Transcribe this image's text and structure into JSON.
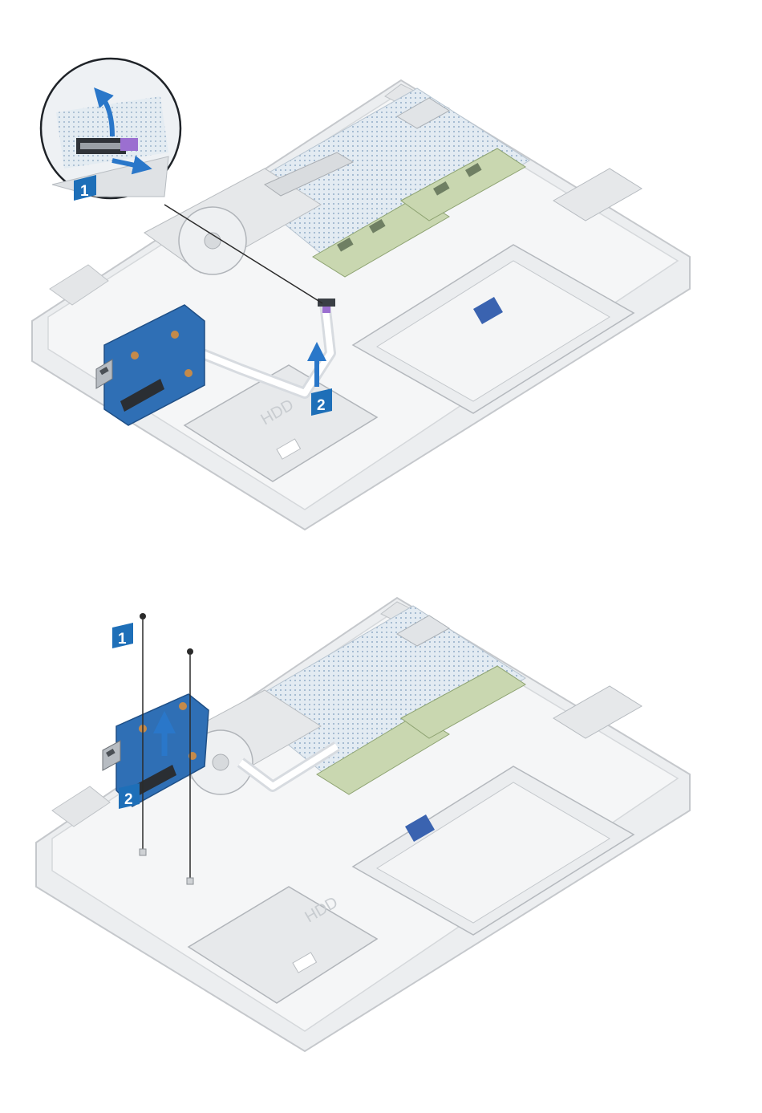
{
  "diagram": {
    "steps_top": [
      {
        "label": "1"
      },
      {
        "label": "2"
      }
    ],
    "steps_bottom": [
      {
        "label": "1"
      },
      {
        "label": "2"
      }
    ],
    "bay_label_top": "HDD",
    "bay_label_bottom": "HDD",
    "colors": {
      "callout_blue": "#1e6fb8",
      "board_blue": "#2f6fb5",
      "cable_purple": "#9b6fd0",
      "chassis_light": "#f1f2f3",
      "chassis_stroke": "#c9ccd0",
      "arrow_blue": "#2a77c9",
      "pcb_green": "#c9d7b0"
    },
    "icons": [
      "usb-port-icon",
      "card-reader-slot-icon",
      "screw-icon",
      "lift-arrow-icon"
    ]
  }
}
